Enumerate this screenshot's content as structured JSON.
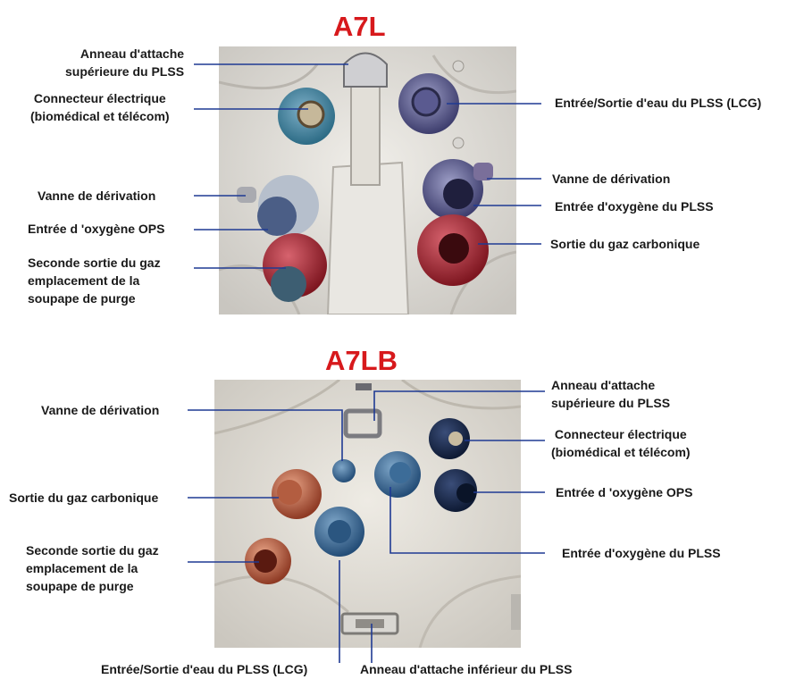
{
  "titles": {
    "top": "A7L",
    "bottom": "A7LB"
  },
  "colors": {
    "title": "#d7191c",
    "leader": "#1f3a93",
    "suit": "#e6e3dc"
  },
  "a7l": {
    "labels": {
      "upper_ring_l1": "Anneau d'attache",
      "upper_ring_l2": "supérieure du PLSS",
      "elec_l1": "Connecteur électrique",
      "elec_l2": "(biomédical et télécom)",
      "bypass_left": "Vanne de dérivation",
      "ops_oxygen": "Entrée d 'oxygène OPS",
      "second_gas_l1": "Seconde sortie du gaz",
      "second_gas_l2": "emplacement de la",
      "second_gas_l3": "soupape de purge",
      "water_lcg": "Entrée/Sortie d'eau du PLSS (LCG)",
      "bypass_right": "Vanne de dérivation",
      "plss_oxygen": "Entrée d'oxygène du PLSS",
      "co2": "Sortie du gaz carbonique"
    }
  },
  "a7lb": {
    "labels": {
      "bypass": "Vanne de dérivation",
      "co2": "Sortie du gaz carbonique",
      "second_gas_l1": "Seconde sortie du gaz",
      "second_gas_l2": "emplacement de la",
      "second_gas_l3": "soupape de purge",
      "upper_ring_l1": "Anneau d'attache",
      "upper_ring_l2": "supérieure du PLSS",
      "elec_l1": "Connecteur électrique",
      "elec_l2": "(biomédical et télécom)",
      "ops_oxygen": "Entrée d 'oxygène OPS",
      "plss_oxygen": "Entrée d'oxygène du PLSS",
      "water_lcg": "Entrée/Sortie d'eau du PLSS (LCG)",
      "lower_ring": "Anneau d'attache inférieur du PLSS"
    }
  }
}
